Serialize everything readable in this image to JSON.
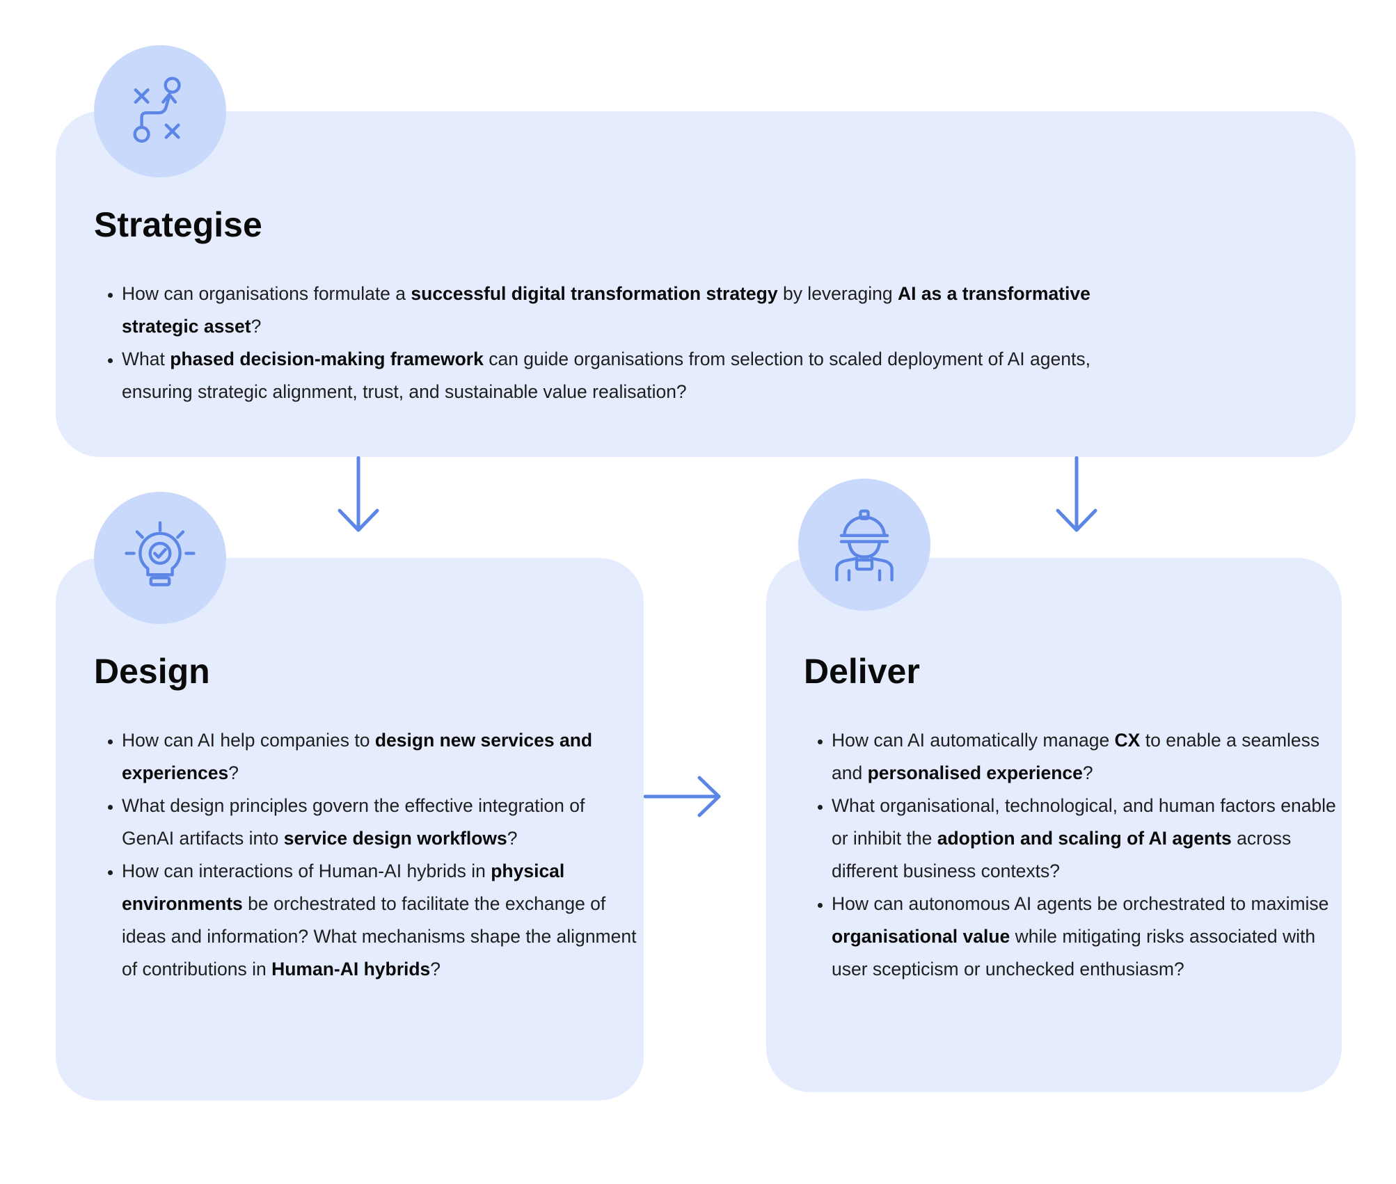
{
  "colors": {
    "panel_bg": "#e4ecfd",
    "icon_bg": "#c9d9fb",
    "accent": "#5b86e5"
  },
  "strategise": {
    "icon": "strategy-play-icon",
    "title": "Strategise",
    "q1": {
      "a": "How can organisations formulate a ",
      "b": "successful digital transformation strategy",
      "c": " by leveraging ",
      "d": "AI as a transformative strategic asset",
      "e": "?"
    },
    "q2": {
      "a": "What ",
      "b": "phased decision-making framework",
      "c": " can guide organisations from selection to scaled deployment of AI agents, ensuring strategic alignment, trust, and sustainable value realisation?"
    }
  },
  "design": {
    "icon": "lightbulb-check-icon",
    "title": "Design",
    "q1": {
      "a": "How can AI help companies to ",
      "b": "design new services and experiences",
      "c": "?"
    },
    "q2": {
      "a": "What design principles govern the effective integration of GenAI artifacts into ",
      "b": "service design workflows",
      "c": "?"
    },
    "q3": {
      "a": "How can interactions of Human-AI hybrids in ",
      "b": "physical environments",
      "c": " be orchestrated to facilitate the exchange of ideas and information? What mechanisms shape the alignment of contributions in ",
      "d": "Human-AI hybrids",
      "e": "?"
    }
  },
  "deliver": {
    "icon": "worker-hardhat-icon",
    "title": "Deliver",
    "q1": {
      "a": "How can AI automatically manage ",
      "b": "CX",
      "c": " to enable a seamless and ",
      "d": "personalised experience",
      "e": "?"
    },
    "q2": {
      "a": "What organisational, technological, and human factors enable or inhibit the ",
      "b": "adoption and scaling of AI agents",
      "c": " across different business contexts?"
    },
    "q3": {
      "a": "How can autonomous AI agents be orchestrated to maximise ",
      "b": "organisational value",
      "c": " while mitigating risks associated with user scepticism or unchecked enthusiasm?"
    }
  }
}
